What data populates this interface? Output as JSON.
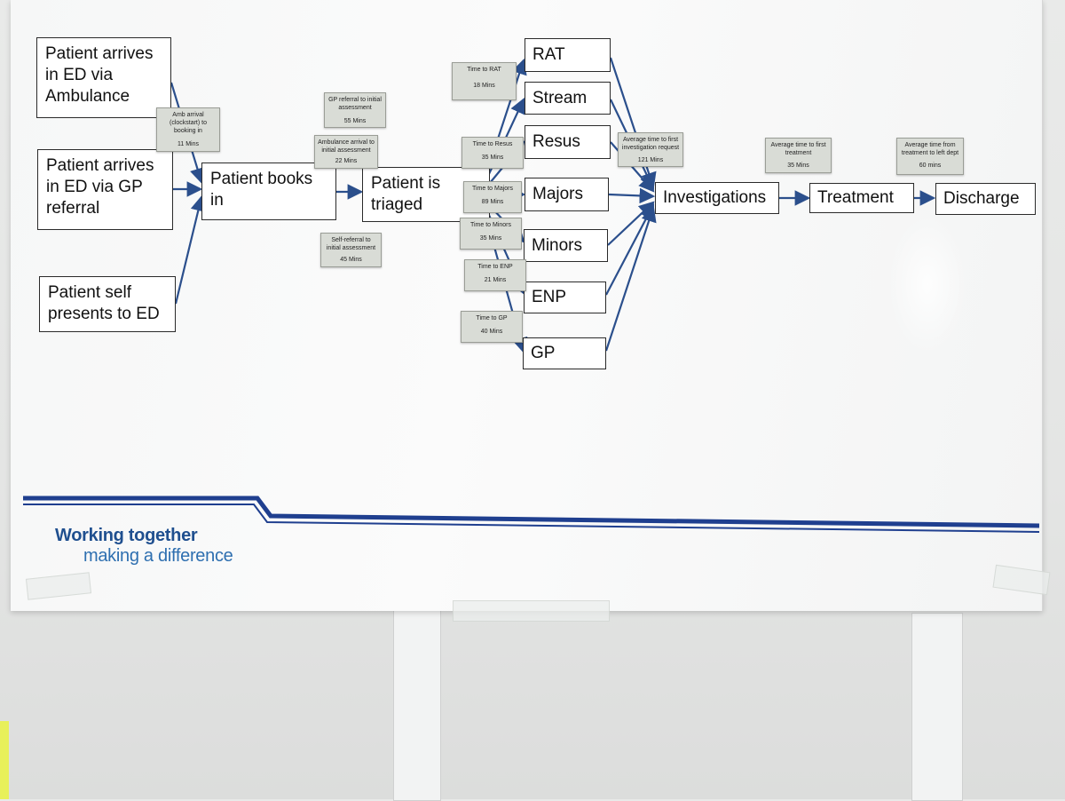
{
  "nodes": {
    "arrive_ambulance": "Patient arrives in ED via Ambulance",
    "arrive_gp": "Patient arrives in ED via GP referral",
    "self_presents": "Patient self presents to ED",
    "books_in": "Patient books in",
    "triaged": "Patient is triaged",
    "rat": "RAT",
    "stream": "Stream",
    "resus": "Resus",
    "majors": "Majors",
    "minors": "Minors",
    "enp": "ENP",
    "gp": "GP",
    "investigations": "Investigations",
    "treatment": "Treatment",
    "discharge": "Discharge"
  },
  "notes": {
    "amb_booking": {
      "label": "Amb arrival (clockstart) to booking in",
      "value": "11 Mins"
    },
    "gp_referral": {
      "label": "GP referral to initial assessment",
      "value": "55 Mins"
    },
    "amb_assessment": {
      "label": "Ambulance arrival to initial assessment",
      "value": "22 Mins"
    },
    "self_referral": {
      "label": "Self-referral to initial assessment",
      "value": "45 Mins"
    },
    "time_rat": {
      "label": "Time to RAT",
      "value": "18 Mins"
    },
    "time_resus": {
      "label": "Time to Resus",
      "value": "35 Mins"
    },
    "time_majors": {
      "label": "Time to Majors",
      "value": "89 Mins"
    },
    "time_minors": {
      "label": "Time to Minors",
      "value": "35 Mins"
    },
    "time_enp": {
      "label": "Time to ENP",
      "value": "21 Mins"
    },
    "time_gp": {
      "label": "Time to GP",
      "value": "40 Mins"
    },
    "first_investigation": {
      "label": "Average time to first investigation request",
      "value": "121 Mins"
    },
    "first_treatment": {
      "label": "Average time to first treatment",
      "value": "35 Mins"
    },
    "left_dept": {
      "label": "Average time from treatment to left dept",
      "value": "60 mins"
    }
  },
  "branding": {
    "line1": "Working together",
    "line2": "making a difference",
    "stripe_color": "#1f3f8f",
    "text_color": "#1f4f8f"
  }
}
